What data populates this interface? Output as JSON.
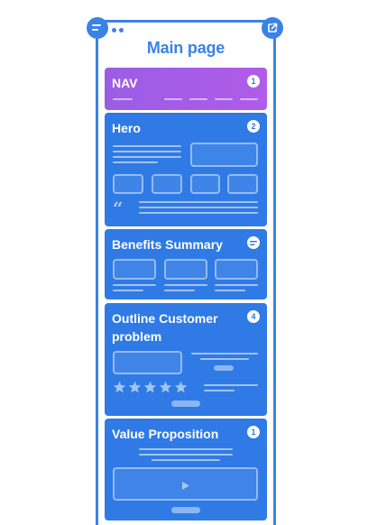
{
  "page": {
    "title": "Main page"
  },
  "colors": {
    "accent": "#3b82e6",
    "section_blue": "#2f7ae5",
    "nav_gradient_start": "#9b5de5",
    "nav_gradient_end": "#b05ce8"
  },
  "icons": {
    "top_left": "lines-icon",
    "top_right": "external-link-icon"
  },
  "sections": [
    {
      "label": "NAV",
      "badge": "1"
    },
    {
      "label": "Hero",
      "badge": "2"
    },
    {
      "label": "Benefits Summary",
      "badge_icon": "lines-icon"
    },
    {
      "label": "Outline Customer problem",
      "badge": "4",
      "stars": 5
    },
    {
      "label": "Value Proposition",
      "badge": "1"
    }
  ]
}
